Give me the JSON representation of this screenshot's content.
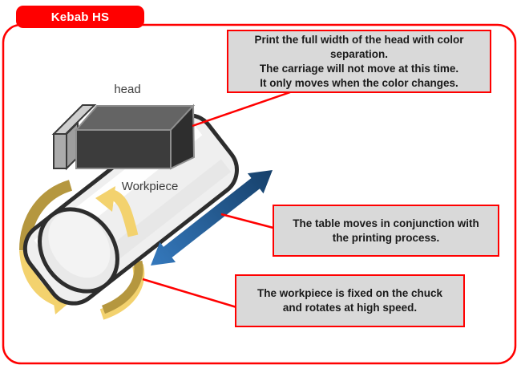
{
  "title": {
    "label": "Kebab HS"
  },
  "diagram": {
    "head_label": "head",
    "workpiece_label": "Workpiece"
  },
  "callouts": {
    "head_behavior": {
      "lines": [
        "Print the full width of the head with color",
        "separation.",
        "The carriage will not move at this time.",
        "It only moves when the color changes."
      ]
    },
    "table_motion": {
      "lines": [
        "The table moves in conjunction with",
        "the printing process."
      ]
    },
    "workpiece_rotation": {
      "lines": [
        "The workpiece is fixed on the chuck",
        "and rotates at high speed."
      ]
    }
  },
  "colors": {
    "accent-red": "#ff0000",
    "callout-bg": "#d9d9d9",
    "callout-text": "#1a1a1a",
    "label-text": "#3d3d3d",
    "gold-dark": "#b5973f",
    "gold-light": "#f3d26e",
    "blue-dark": "#16406a",
    "blue-light": "#3579bd",
    "head-top": "#646464",
    "head-front": "#3c3c3c",
    "head-side": "#2e2e2e",
    "outline-dark": "#2d2d2d"
  }
}
